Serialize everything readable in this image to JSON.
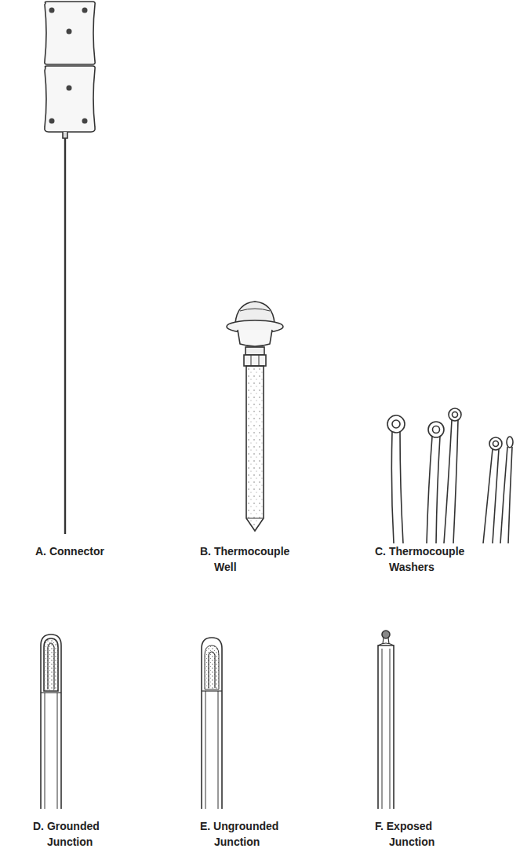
{
  "diagram": {
    "labels": [
      "A. Connector",
      "B. Thermocouple Well",
      "C. Thermocouple Washers",
      "D. Grounded Junction",
      "E. Ungrounded Junction",
      "F. Exposed Junction"
    ]
  }
}
